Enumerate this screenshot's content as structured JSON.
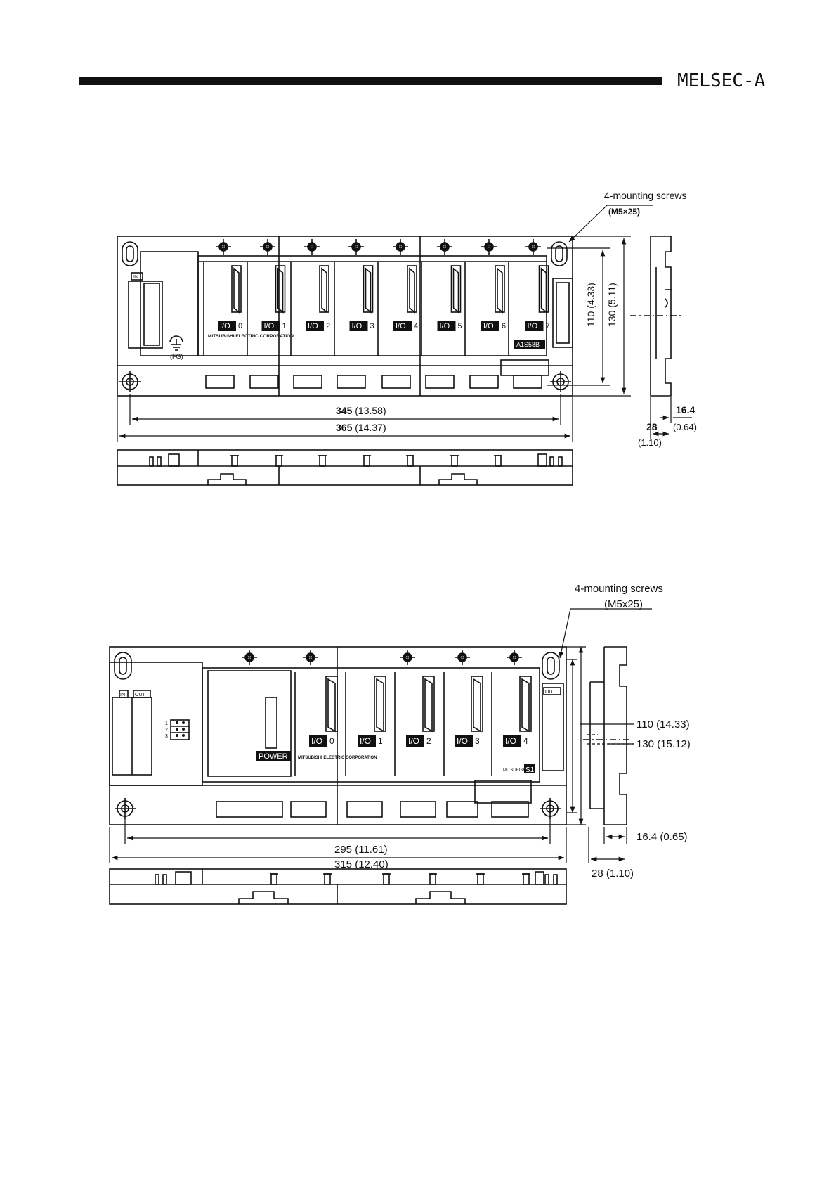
{
  "header": {
    "brand": "MELSEC-A"
  },
  "colors": {
    "ink": "#111111",
    "paper": "#ffffff"
  },
  "drawing1": {
    "callout": {
      "title": "4-mounting screws",
      "spec": "(M5×25)"
    },
    "brand_strip": "MITSUBISHI ELECTRIC CORPORATION",
    "fg_label": "(FG)",
    "in_label": "IN",
    "model": "A1S58B",
    "slots": [
      {
        "tag": "I/O",
        "num": "0"
      },
      {
        "tag": "I/O",
        "num": "1"
      },
      {
        "tag": "I/O",
        "num": "2"
      },
      {
        "tag": "I/O",
        "num": "3"
      },
      {
        "tag": "I/O",
        "num": "4"
      },
      {
        "tag": "I/O",
        "num": "5"
      },
      {
        "tag": "I/O",
        "num": "6"
      },
      {
        "tag": "I/O",
        "num": "7"
      }
    ],
    "dims": {
      "w_inner": {
        "value": "345",
        "inch": "(13.58)"
      },
      "w_outer": {
        "value": "365",
        "inch": "(14.37)"
      },
      "h_inner": {
        "value": "110",
        "inch": "(4.33)"
      },
      "h_outer": {
        "value": "130",
        "inch": "(5.11)"
      },
      "depth_small": {
        "value": "16.4",
        "inch": "(0.64)"
      },
      "depth": {
        "value": "28",
        "inch": "(1.10)"
      }
    }
  },
  "drawing2": {
    "callout": {
      "title": "4-mounting screws",
      "spec": "(M5x25)"
    },
    "brand_strip": "MITSUBISHI ELECTRIC CORPORATION",
    "in_label": "IN",
    "out_label": "OUT",
    "out_label_right": "OUT",
    "power_label": "POWER",
    "model_prefix": "MITSUBISHI",
    "model_suffix": "S1",
    "jumpers": [
      "1",
      "2",
      "3"
    ],
    "slots": [
      {
        "tag": "I/O",
        "num": "0"
      },
      {
        "tag": "I/O",
        "num": "1"
      },
      {
        "tag": "I/O",
        "num": "2"
      },
      {
        "tag": "I/O",
        "num": "3"
      },
      {
        "tag": "I/O",
        "num": "4"
      }
    ],
    "dims": {
      "h_inner": "110 (14.33)",
      "h_outer": "130 (15.12)",
      "w_inner": "295 (11.61)",
      "w_outer": "315 (12.40)",
      "depth_small": "16.4 (0.65)",
      "depth": "28 (1.10)"
    }
  }
}
